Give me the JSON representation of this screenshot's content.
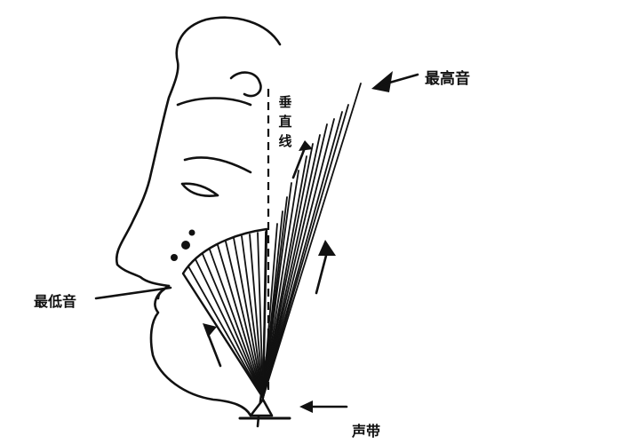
{
  "labels": {
    "highest_pitch": "最高音",
    "lowest_pitch": "最低音",
    "vertical_line": "垂直线",
    "vocal_cords": "声带"
  },
  "colors": {
    "ink": "#111111",
    "background": "#ffffff"
  }
}
